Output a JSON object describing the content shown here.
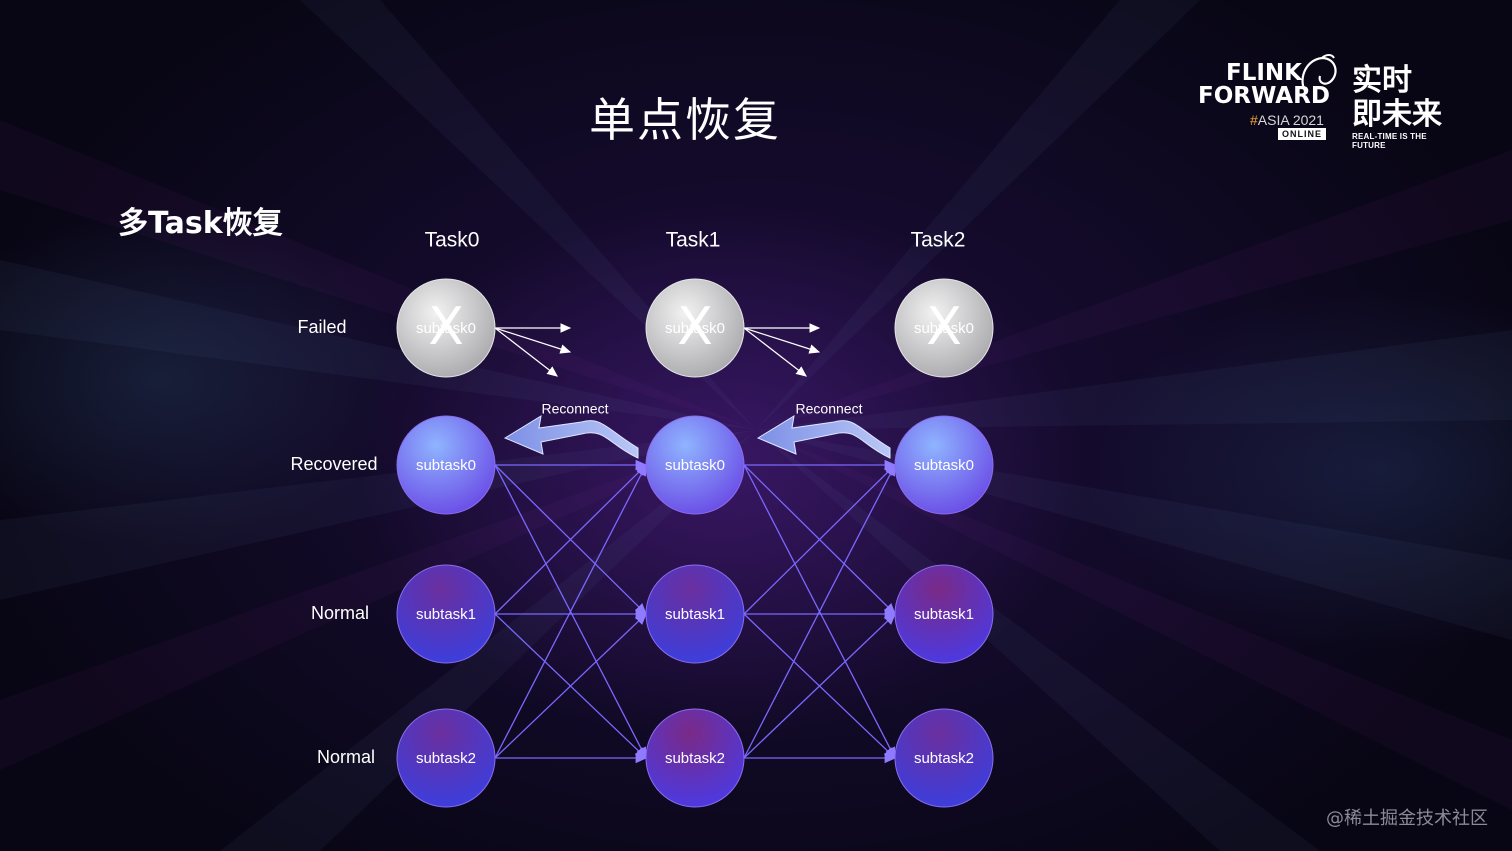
{
  "title": "单点恢复",
  "subtitle": "多Task恢复",
  "logo": {
    "line1": "FLINK",
    "line2": "FORWARD",
    "hash": "#",
    "asia": "ASIA 2021",
    "online": "ONLINE",
    "cn_line1": "实时",
    "cn_line2": "即未来",
    "tagline": "REAL-TIME IS THE FUTURE"
  },
  "diagram": {
    "columns": [
      "Task0",
      "Task1",
      "Task2"
    ],
    "rows": [
      "Failed",
      "Recovered",
      "Normal",
      "Normal"
    ],
    "failed_mark": "X",
    "node_labels": [
      "subtask0",
      "subtask0",
      "subtask1",
      "subtask2"
    ],
    "reconnect_label": "Reconnect"
  },
  "colors": {
    "failed_node": "#d2d2d2",
    "recovered_node": "#6f78f2",
    "normal_node": "#4b34c0",
    "edge": "#7e6cff"
  },
  "watermark": "@稀土掘金技术社区"
}
